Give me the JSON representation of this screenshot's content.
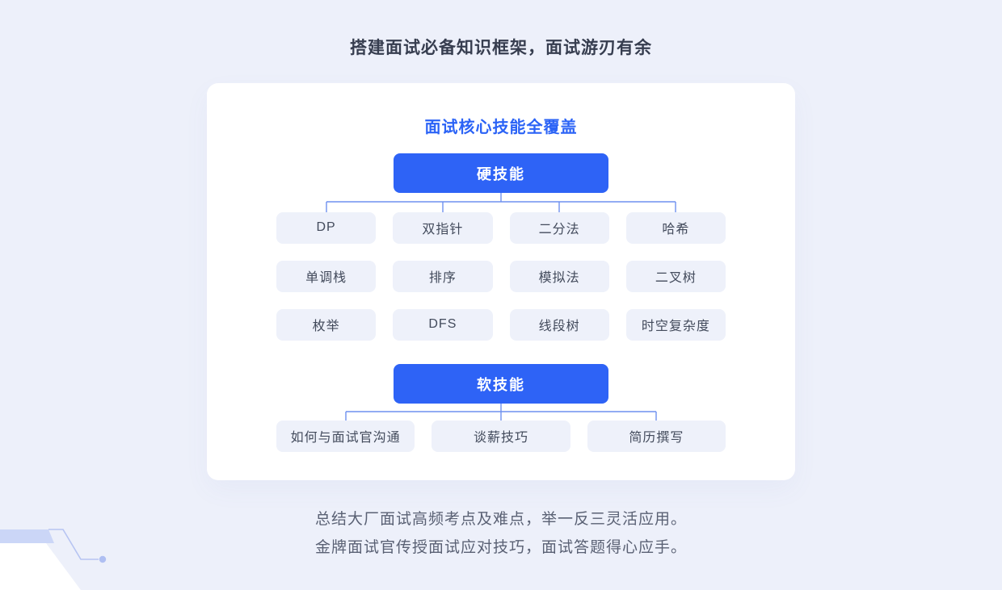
{
  "page": {
    "title": "搭建面试必备知识框架，面试游刃有余",
    "background_color": "#edf0fa",
    "accent_color": "#2e63f6",
    "connector_color": "#6e91ef"
  },
  "card": {
    "title": "面试核心技能全覆盖",
    "hard_skills": {
      "label": "硬技能",
      "rows": [
        [
          "DP",
          "双指针",
          "二分法",
          "哈希"
        ],
        [
          "单调栈",
          "排序",
          "模拟法",
          "二叉树"
        ],
        [
          "枚举",
          "DFS",
          "线段树",
          "时空复杂度"
        ]
      ]
    },
    "soft_skills": {
      "label": "软技能",
      "items": [
        "如何与面试官沟通",
        "谈薪技巧",
        "简历撰写"
      ]
    }
  },
  "footer": {
    "line1": "总结大厂面试高频考点及难点，举一反三灵活应用。",
    "line2": "金牌面试官传授面试应对技巧，面试答题得心应手。"
  }
}
